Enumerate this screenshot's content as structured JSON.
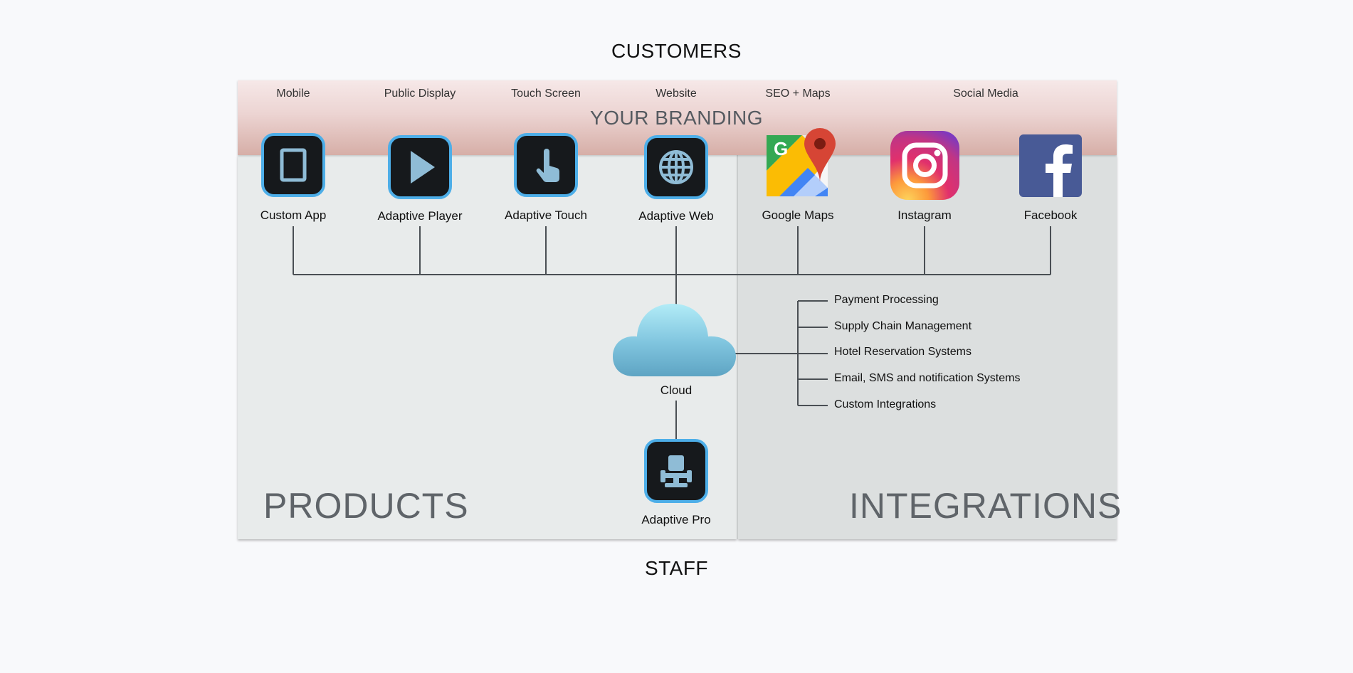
{
  "top_label": "CUSTOMERS",
  "bottom_label": "STAFF",
  "branding": {
    "title": "YOUR BRANDING",
    "channels": [
      "Mobile",
      "Public Display",
      "Touch Screen",
      "Website",
      "SEO + Maps",
      "Social Media"
    ]
  },
  "sections": {
    "products": "PRODUCTS",
    "integrations": "INTEGRATIONS"
  },
  "products": [
    {
      "label": "Custom App",
      "icon": "tablet-icon"
    },
    {
      "label": "Adaptive Player",
      "icon": "play-icon"
    },
    {
      "label": "Adaptive Touch",
      "icon": "touch-hand-icon"
    },
    {
      "label": "Adaptive Web",
      "icon": "globe-icon"
    }
  ],
  "social": [
    {
      "label": "Google Maps",
      "icon": "google-maps-icon"
    },
    {
      "label": "Instagram",
      "icon": "instagram-icon"
    },
    {
      "label": "Facebook",
      "icon": "facebook-icon"
    }
  ],
  "cloud": {
    "label": "Cloud",
    "icon": "cloud-icon"
  },
  "staff_product": {
    "label": "Adaptive Pro",
    "icon": "office-chair-icon"
  },
  "integrations": [
    "Payment Processing",
    "Supply Chain Management",
    "Hotel Reservation Systems",
    "Email, SMS and notification Systems",
    "Custom Integrations"
  ],
  "colors": {
    "tile_border": "#4daee8",
    "tile_fill": "#16191c",
    "icon_glyph": "#8fbcd6",
    "facebook_blue": "#485a96",
    "connector": "#4a4f54"
  }
}
